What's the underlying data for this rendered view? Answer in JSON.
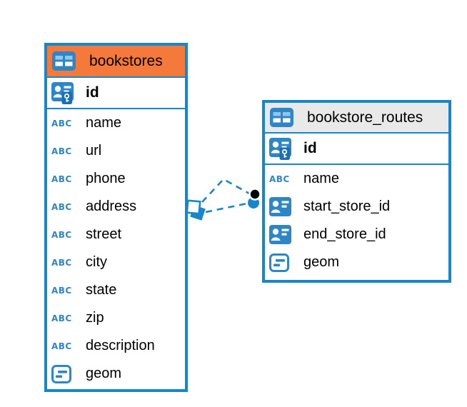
{
  "diagram": {
    "background": "#ffffff",
    "colors": {
      "accent_blue": "#1787CB",
      "icon_blue": "#2C86C8",
      "bookstores_header": "#F5793B",
      "bookstore_routes_header": "#E9E9E9",
      "text": "#000000",
      "connector_dot": "#000000"
    },
    "abc_icon_text": "ABC",
    "tables": [
      {
        "name": "bookstores",
        "header_style": "orange",
        "icon": "table-icon",
        "primary_key": {
          "name": "id",
          "icon": "primary-key-icon"
        },
        "columns": [
          {
            "name": "name",
            "icon": "text-type-icon"
          },
          {
            "name": "url",
            "icon": "text-type-icon"
          },
          {
            "name": "phone",
            "icon": "text-type-icon"
          },
          {
            "name": "address",
            "icon": "text-type-icon"
          },
          {
            "name": "street",
            "icon": "text-type-icon"
          },
          {
            "name": "city",
            "icon": "text-type-icon"
          },
          {
            "name": "state",
            "icon": "text-type-icon"
          },
          {
            "name": "zip",
            "icon": "text-type-icon"
          },
          {
            "name": "description",
            "icon": "text-type-icon"
          },
          {
            "name": "geom",
            "icon": "geometry-type-icon"
          }
        ]
      },
      {
        "name": "bookstore_routes",
        "header_style": "gray",
        "icon": "table-icon",
        "primary_key": {
          "name": "id",
          "icon": "primary-key-icon"
        },
        "columns": [
          {
            "name": "name",
            "icon": "text-type-icon"
          },
          {
            "name": "start_store_id",
            "icon": "reference-type-icon"
          },
          {
            "name": "end_store_id",
            "icon": "reference-type-icon"
          },
          {
            "name": "geom",
            "icon": "geometry-type-icon"
          }
        ]
      }
    ],
    "connectors": [
      {
        "from": "bookstores",
        "to": "bookstore_routes",
        "style": "dashed",
        "from_marker": "square",
        "to_marker": "dot"
      },
      {
        "from": "bookstores",
        "to": "bookstore_routes",
        "style": "dashed",
        "from_marker": "square",
        "to_marker": "dot"
      }
    ]
  }
}
